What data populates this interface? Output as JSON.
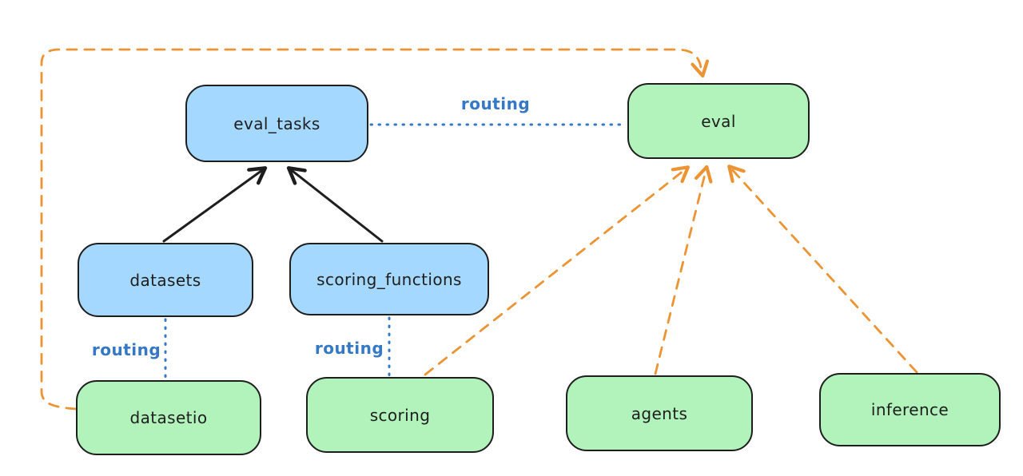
{
  "diagram": {
    "nodes": [
      {
        "id": "eval_tasks",
        "label": "eval_tasks",
        "color": "blue"
      },
      {
        "id": "eval",
        "label": "eval",
        "color": "green"
      },
      {
        "id": "datasets",
        "label": "datasets",
        "color": "blue"
      },
      {
        "id": "scoring_functions",
        "label": "scoring_functions",
        "color": "blue"
      },
      {
        "id": "datasetio",
        "label": "datasetio",
        "color": "green"
      },
      {
        "id": "scoring",
        "label": "scoring",
        "color": "green"
      },
      {
        "id": "agents",
        "label": "agents",
        "color": "green"
      },
      {
        "id": "inference",
        "label": "inference",
        "color": "green"
      }
    ],
    "edges": [
      {
        "from": "datasets",
        "to": "eval_tasks",
        "style": "solid-arrow",
        "color": "black",
        "label": ""
      },
      {
        "from": "scoring_functions",
        "to": "eval_tasks",
        "style": "solid-arrow",
        "color": "black",
        "label": ""
      },
      {
        "from": "eval_tasks",
        "to": "eval",
        "style": "dotted",
        "color": "blue",
        "label": "routing"
      },
      {
        "from": "datasets",
        "to": "datasetio",
        "style": "dotted",
        "color": "blue",
        "label": "routing"
      },
      {
        "from": "scoring_functions",
        "to": "scoring",
        "style": "dotted",
        "color": "blue",
        "label": "routing"
      },
      {
        "from": "datasetio",
        "to": "eval",
        "style": "dashed-arrow",
        "color": "orange",
        "label": ""
      },
      {
        "from": "scoring",
        "to": "eval",
        "style": "dashed-arrow",
        "color": "orange",
        "label": ""
      },
      {
        "from": "agents",
        "to": "eval",
        "style": "dashed-arrow",
        "color": "orange",
        "label": ""
      },
      {
        "from": "inference",
        "to": "eval",
        "style": "dashed-arrow",
        "color": "orange",
        "label": ""
      }
    ],
    "colors": {
      "blue_fill": "#a5d8ff",
      "green_fill": "#b2f2bb",
      "stroke_dark": "#1e1e1e",
      "orange": "#ec9434",
      "blue_line": "#3478c6",
      "background": "#ffffff"
    }
  }
}
